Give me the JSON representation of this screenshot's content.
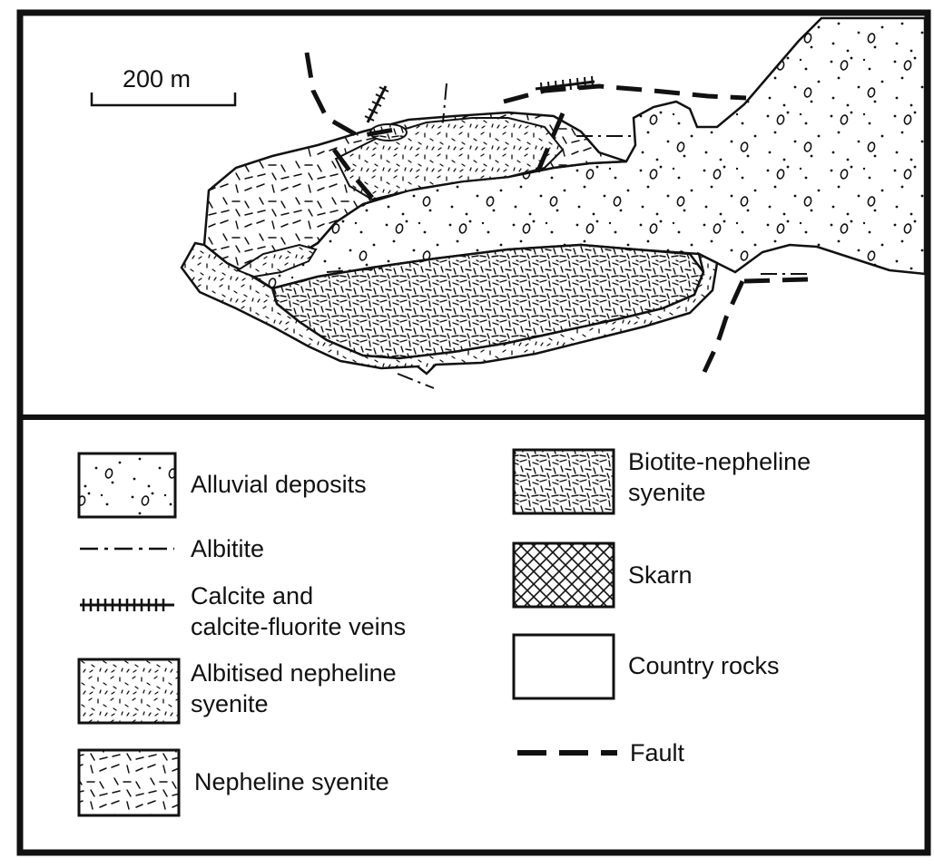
{
  "map": {
    "scale_bar": {
      "label": "200 m"
    }
  },
  "legend": {
    "items": [
      {
        "id": "alluvial",
        "label": "Alluvial deposits"
      },
      {
        "id": "albitite",
        "label": "Albitite"
      },
      {
        "id": "calcite",
        "label": "Calcite and\ncalcite-fluorite veins"
      },
      {
        "id": "albitised",
        "label": "Albitised nepheline\nsyenite"
      },
      {
        "id": "nepheline",
        "label": "Nepheline syenite"
      },
      {
        "id": "biotite",
        "label": "Biotite-nepheline\nsyenite"
      },
      {
        "id": "skarn",
        "label": "Skarn"
      },
      {
        "id": "country",
        "label": "Country rocks"
      },
      {
        "id": "fault",
        "label": "Fault"
      }
    ]
  }
}
